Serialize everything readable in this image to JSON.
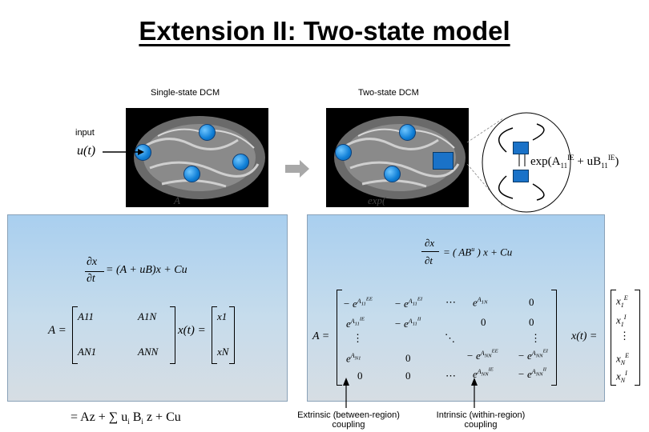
{
  "title": "Extension II: Two-state model",
  "labels": {
    "single_state": "Single-state DCM",
    "two_state": "Two-state DCM",
    "input": "input",
    "u_of_t": "u(t)",
    "brain_left_formula": "A",
    "brain_right_formula": "exp(",
    "exp_formula": "exp(A",
    "exp_sub": "11",
    "exp_sup": "IE",
    "exp_plus": "+ uB",
    "exp_close": ")",
    "extrinsic": "Extrinsic (between-region)",
    "extrinsic2": "coupling",
    "intrinsic": "Intrinsic (within-region)",
    "intrinsic2": "coupling"
  },
  "left_panel": {
    "eq1_lhs_num": "∂x",
    "eq1_lhs_den": "∂t",
    "eq1_rhs": "= (A + uB)x + Cu",
    "A_label": "A =",
    "A_cells": [
      "A11",
      "",
      "A1N",
      "",
      "",
      "",
      "AN1",
      "",
      "ANN"
    ],
    "x_label": "x(t) =",
    "x_cells": [
      "x1",
      "",
      "xN"
    ],
    "bottom_eq": "= Az + ∑ u",
    "bottom_eq2": "B",
    "bottom_eq3": "z + Cu"
  },
  "right_panel": {
    "eq_num": "∂x",
    "eq_den": "∂t",
    "eq_rhs": "= ( AB",
    "eq_rhs2": ") x + Cu",
    "A_label": "A =",
    "x_label": "x(t) ="
  }
}
